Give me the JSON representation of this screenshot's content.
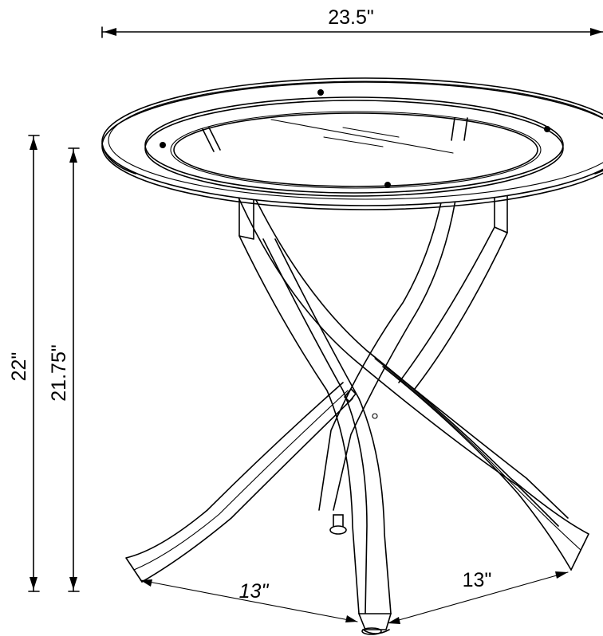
{
  "dimensions": {
    "top_width": "23.5\"",
    "overall_height": "22\"",
    "inner_height": "21.75\"",
    "base_left": "13\"",
    "base_right": "13\""
  }
}
